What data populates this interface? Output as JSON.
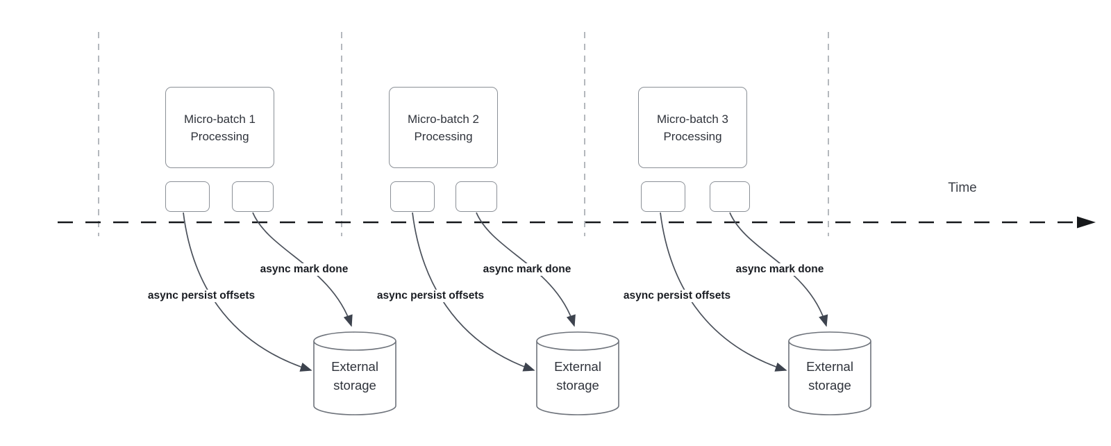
{
  "diagram": {
    "time_axis": {
      "label": "Time"
    },
    "groups": [
      {
        "box_title": "Micro-batch 1",
        "box_subtitle": "Processing",
        "persist_label": "async persist offsets",
        "mark_done_label": "async mark done",
        "storage_line1": "External",
        "storage_line2": "storage"
      },
      {
        "box_title": "Micro-batch 2",
        "box_subtitle": "Processing",
        "persist_label": "async persist offsets",
        "mark_done_label": "async mark done",
        "storage_line1": "External",
        "storage_line2": "storage"
      },
      {
        "box_title": "Micro-batch 3",
        "box_subtitle": "Processing",
        "persist_label": "async persist offsets",
        "mark_done_label": "async mark done",
        "storage_line1": "External",
        "storage_line2": "storage"
      }
    ],
    "colors": {
      "axis": "#16181b",
      "boundary_lines": "#b4b8bd",
      "shape_stroke": "#8a8f96",
      "cylinder_stroke": "#6e737b",
      "connector": "#4a505a",
      "arrowhead": "#3d434e",
      "box_text": "#2f333b",
      "label_text": "#191c22",
      "time_text": "#3c4048",
      "background": "#ffffff"
    }
  }
}
